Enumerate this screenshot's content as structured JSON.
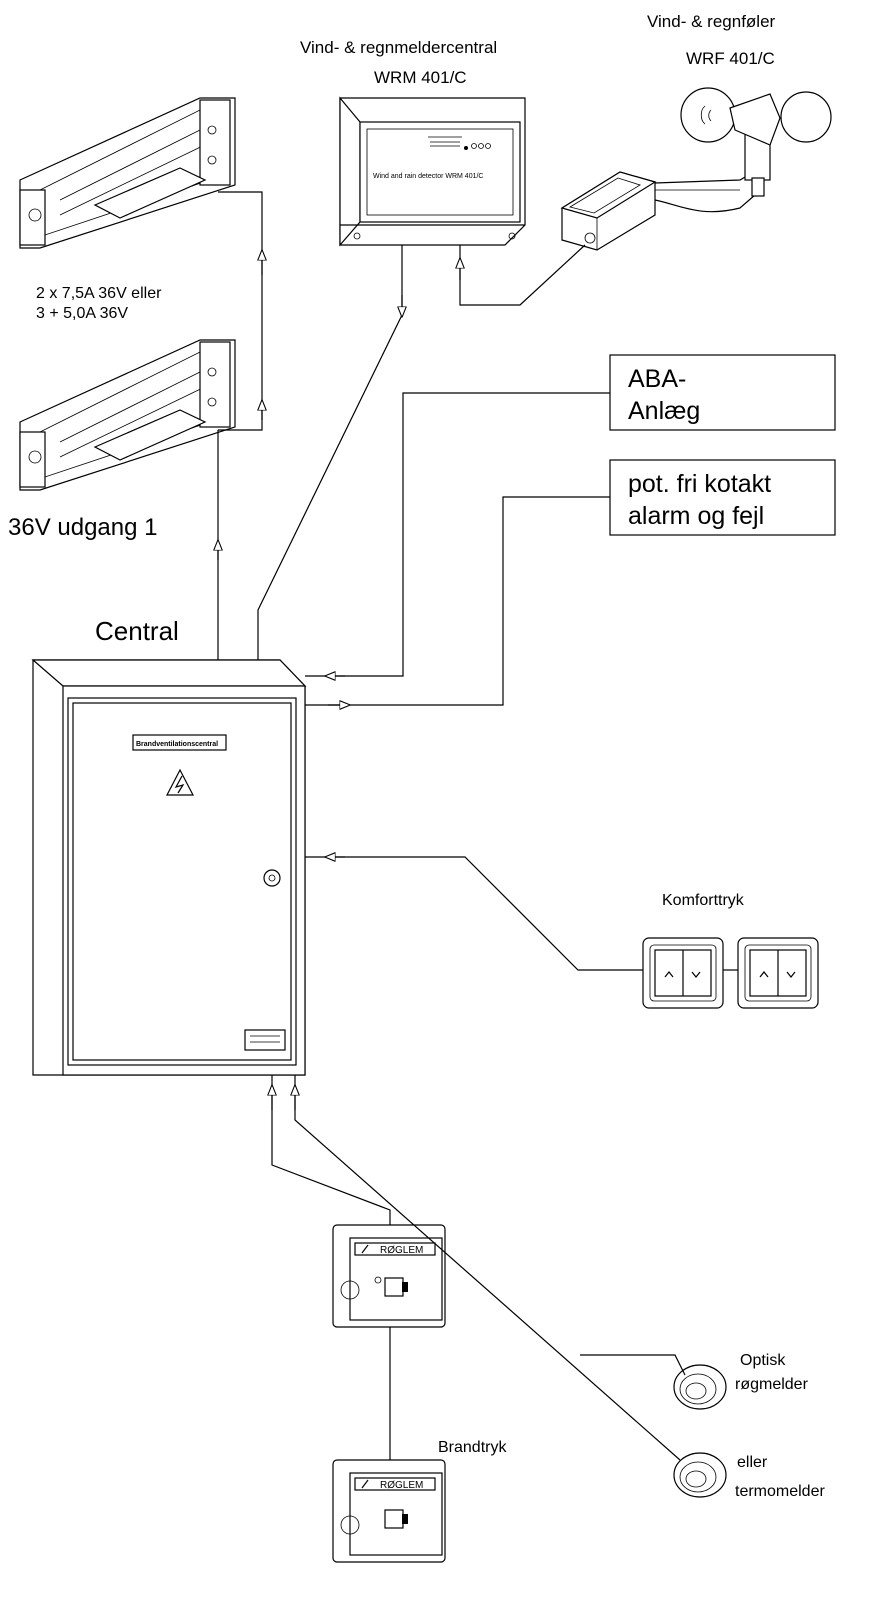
{
  "labels": {
    "wrm_title_line1": "Vind- & regnmeldercentral",
    "wrm_title_line2": "WRM 401/C",
    "wrm_panel_text": "Wind and rain detector WRM 401/C",
    "wrf_title_line1": "Vind- & regnføler",
    "wrf_title_line2": "WRF 401/C",
    "actuator_spec_line1": "2 x 7,5A 36V eller",
    "actuator_spec_line2": "3 + 5,0A 36V",
    "output_label": "36V udgang 1",
    "aba_line1": "ABA-",
    "aba_line2": "Anlæg",
    "contact_line1": "pot. fri kotakt",
    "contact_line2": "alarm og fejl",
    "central_label": "Central",
    "central_plate": "Brandventilationscentral",
    "komfort_label": "Komforttryk",
    "brandtryk_label": "Brandtryk",
    "roeglem_label_1": "RØGLEM",
    "roeglem_label_2": "RØGLEM",
    "optical_line1": "Optisk",
    "optical_line2": "røgmelder",
    "thermo_line1": "eller",
    "thermo_line2": "termomelder"
  }
}
